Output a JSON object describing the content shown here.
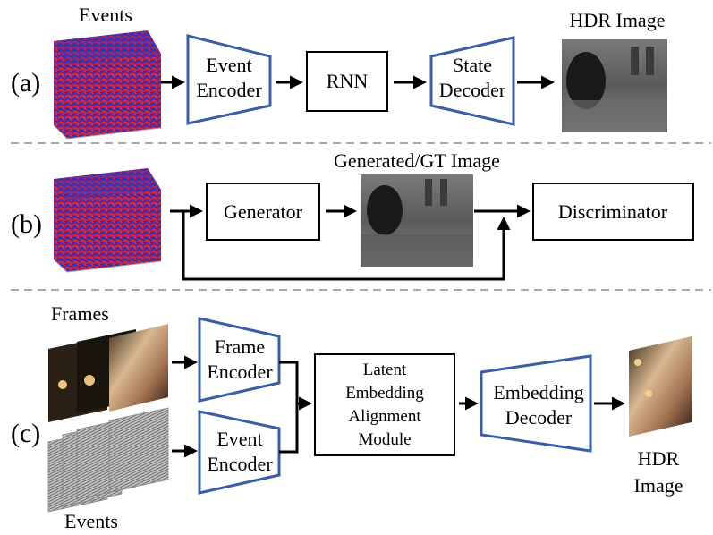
{
  "panel_a": {
    "label": "(a)",
    "events_caption": "Events",
    "event_encoder": [
      "Event",
      "Encoder"
    ],
    "rnn": "RNN",
    "state_decoder": [
      "State",
      "Decoder"
    ],
    "output_caption": "HDR Image"
  },
  "panel_b": {
    "label": "(b)",
    "generator": "Generator",
    "image_caption": "Generated/GT Image",
    "discriminator": "Discriminator"
  },
  "panel_c": {
    "label": "(c)",
    "frames_caption": "Frames",
    "events_caption": "Events",
    "frame_encoder": [
      "Frame",
      "Encoder"
    ],
    "event_encoder": [
      "Event",
      "Encoder"
    ],
    "alignment_module": [
      "Latent",
      "Embedding",
      "Alignment",
      "Module"
    ],
    "embedding_decoder": [
      "Embedding",
      "Decoder"
    ],
    "output_caption": [
      "HDR",
      "Image"
    ]
  },
  "colors": {
    "encoder_stroke": "#3a5da8",
    "events_red": "#e8202a",
    "events_blue": "#2233c8",
    "separator": "#a8a8a8"
  }
}
